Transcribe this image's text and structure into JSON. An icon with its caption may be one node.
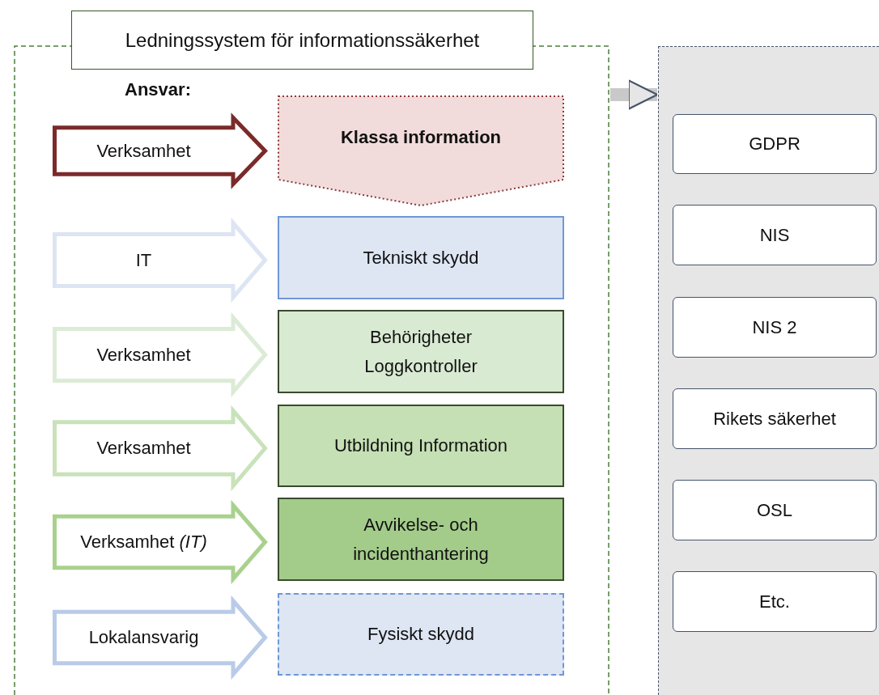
{
  "diagram": {
    "nodes": [
      {
        "text": [
          "Ledningssystem för informationssäkerhet"
        ]
      },
      {
        "text": [
          "Verksamhet"
        ],
        "in": 0
      },
      {
        "text": [
          "Klassa information"
        ],
        "in": 0
      },
      {
        "text": [
          "IT"
        ],
        "in": 0
      },
      {
        "text": [
          "Tekniskt skydd"
        ],
        "in": 0
      },
      {
        "text": [
          "Verksamhet"
        ],
        "in": 0
      },
      {
        "text": [
          "Behörigheter Loggkontroller"
        ],
        "in": 0
      },
      {
        "text": [
          "Verksamhet"
        ],
        "in": 0
      },
      {
        "text": [
          "Utbildning Information"
        ],
        "in": 0
      },
      {
        "text": [
          "Verksamhet *(IT)*"
        ],
        "in": 0
      },
      {
        "text": [
          "Avvikelse- och incidenthantering"
        ],
        "in": 0
      },
      {
        "text": [
          "Lokalansvarig"
        ],
        "in": 0
      },
      {
        "text": [
          "Fysiskt skydd"
        ],
        "in": 0
      },
      {
        "text": [],
        "shape": "box"
      },
      {
        "text": [
          "GDPR"
        ],
        "in": 13
      },
      {
        "text": [
          "NIS"
        ],
        "in": 13
      },
      {
        "text": [
          "NIS 2"
        ],
        "in": 13
      },
      {
        "text": [
          "Rikets säkerhet"
        ],
        "in": 13
      },
      {
        "text": [
          "OSL"
        ],
        "in": 13
      },
      {
        "text": [
          "Etc."
        ],
        "in": 13
      }
    ],
    "edges": [
      {
        "from": 0,
        "to": 13,
        "arrow": "to"
      }
    ],
    "labels": [
      "Ansvar:"
    ]
  }
}
